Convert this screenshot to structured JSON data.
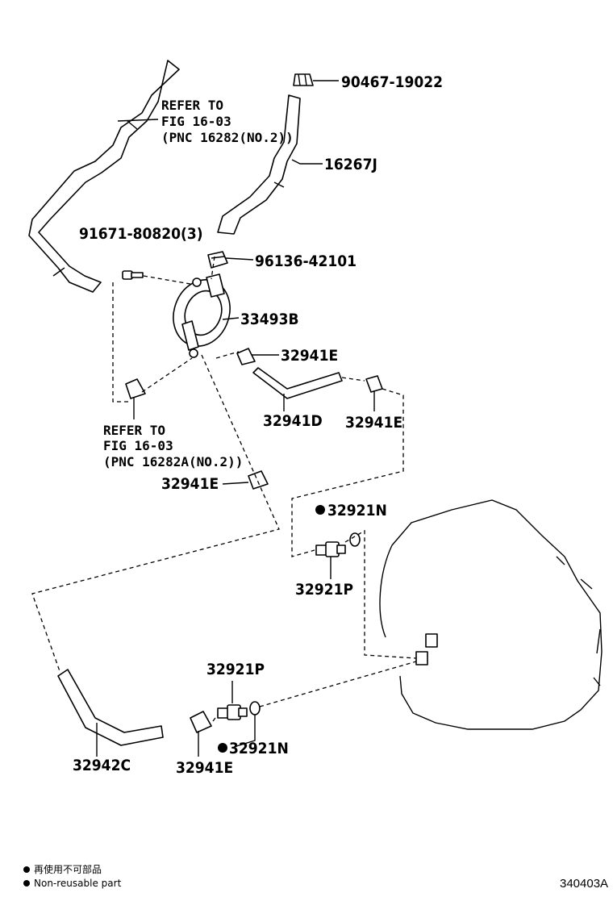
{
  "parts": {
    "p90467": "90467-19022",
    "p16267J": "16267J",
    "p91671": "91671-80820(3)",
    "p96136": "96136-42101",
    "p33493B": "33493B",
    "p32941E_a": "32941E",
    "p32941D": "32941D",
    "p32941E_b": "32941E",
    "p32941E_c": "32941E",
    "p32921N_a": "32921N",
    "p32921P_a": "32921P",
    "p32921P_b": "32921P",
    "p32921N_b": "32921N",
    "p32942C": "32942C",
    "p32941E_d": "32941E"
  },
  "refs": {
    "ref1": [
      "REFER TO",
      "FIG 16-03",
      "(PNC 16282(NO.2))"
    ],
    "ref2": [
      "REFER TO",
      "FIG 16-03",
      "(PNC 16282A(NO.2))"
    ]
  },
  "legend": {
    "jp": "再使用不可部品",
    "en": "Non-reusable part"
  },
  "diagram_code": "340403A"
}
